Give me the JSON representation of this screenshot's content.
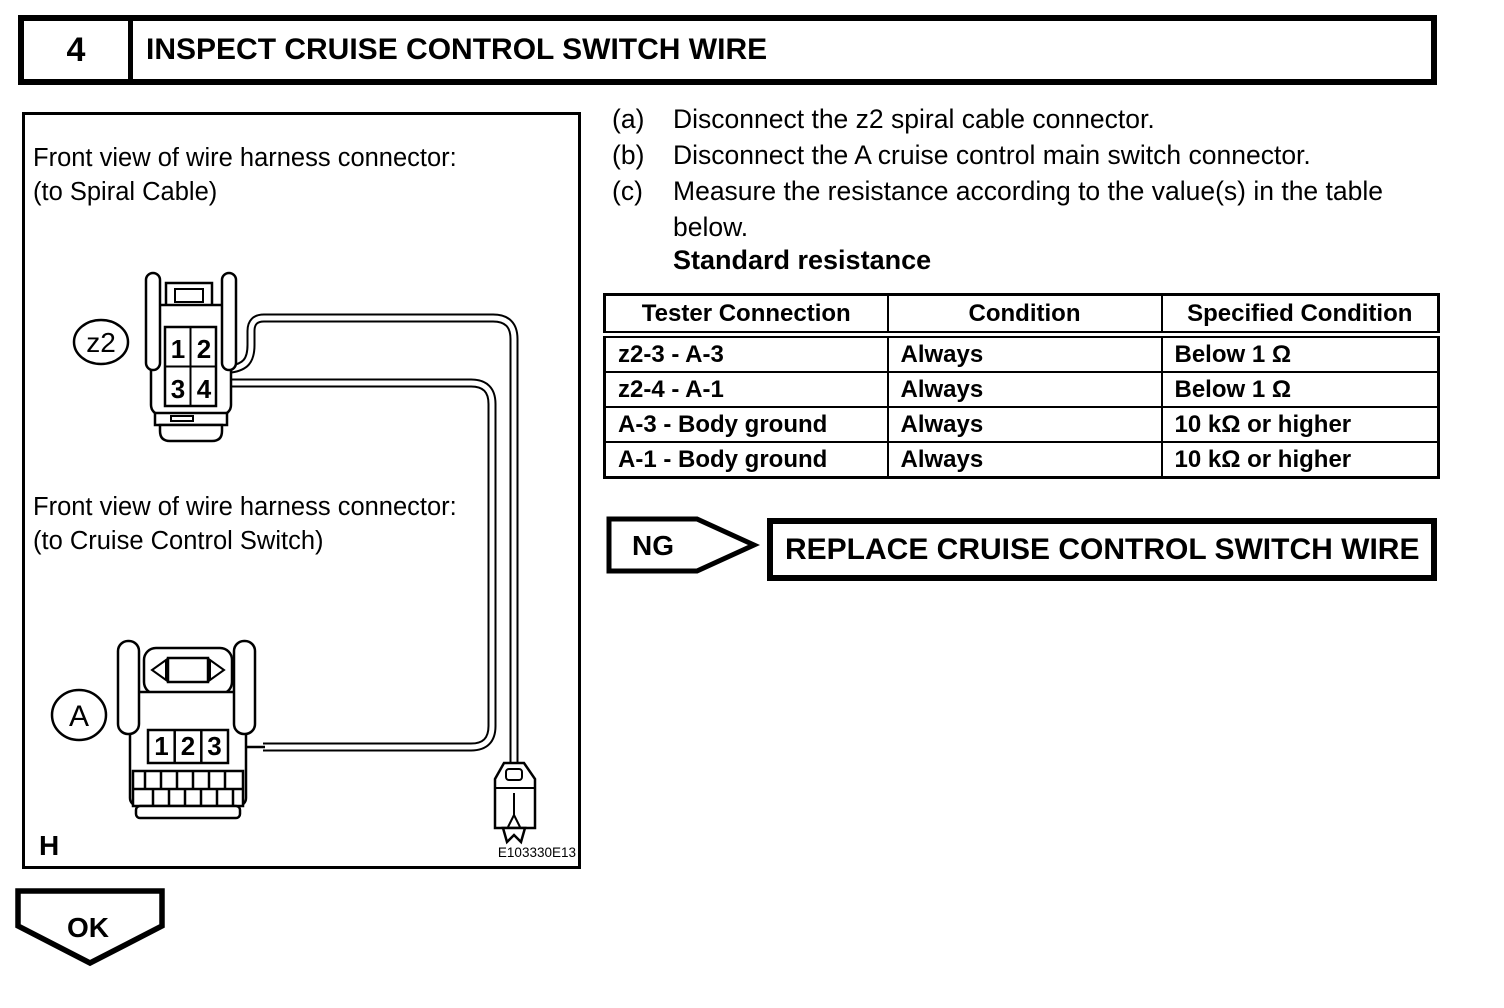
{
  "header": {
    "step_number": "4",
    "title": "INSPECT CRUISE CONTROL SWITCH WIRE"
  },
  "instructions": [
    {
      "label": "(a)",
      "text": "Disconnect the z2 spiral cable connector."
    },
    {
      "label": "(b)",
      "text": "Disconnect the A cruise control main switch connector."
    },
    {
      "label": "(c)",
      "text": "Measure the resistance according to the value(s) in the table below."
    }
  ],
  "standard_resistance_heading": "Standard resistance",
  "resistance_table": {
    "columns": [
      "Tester Connection",
      "Condition",
      "Specified Condition"
    ],
    "rows": [
      [
        "z2-3 - A-3",
        "Always",
        "Below 1 Ω"
      ],
      [
        "z2-4 - A-1",
        "Always",
        "Below 1 Ω"
      ],
      [
        "A-3 - Body ground",
        "Always",
        "10 kΩ or higher"
      ],
      [
        "A-1 - Body ground",
        "Always",
        "10 kΩ or higher"
      ]
    ]
  },
  "ng_flow": {
    "ng_label": "NG",
    "action": "REPLACE CRUISE CONTROL SWITCH WIRE"
  },
  "ok_flow": {
    "ok_label": "OK"
  },
  "diagram": {
    "caption_top_line1": "Front view of wire harness connector:",
    "caption_top_line2": "(to Spiral Cable)",
    "caption_bottom_line1": "Front view of wire harness connector:",
    "caption_bottom_line2": "(to Cruise Control Switch)",
    "connector_z2": {
      "label": "z2",
      "pins": [
        "1",
        "2",
        "3",
        "4"
      ]
    },
    "connector_a": {
      "label": "A",
      "pins": [
        "1",
        "2",
        "3"
      ]
    },
    "corner_mark": "H",
    "figure_code": "E103330E13"
  }
}
